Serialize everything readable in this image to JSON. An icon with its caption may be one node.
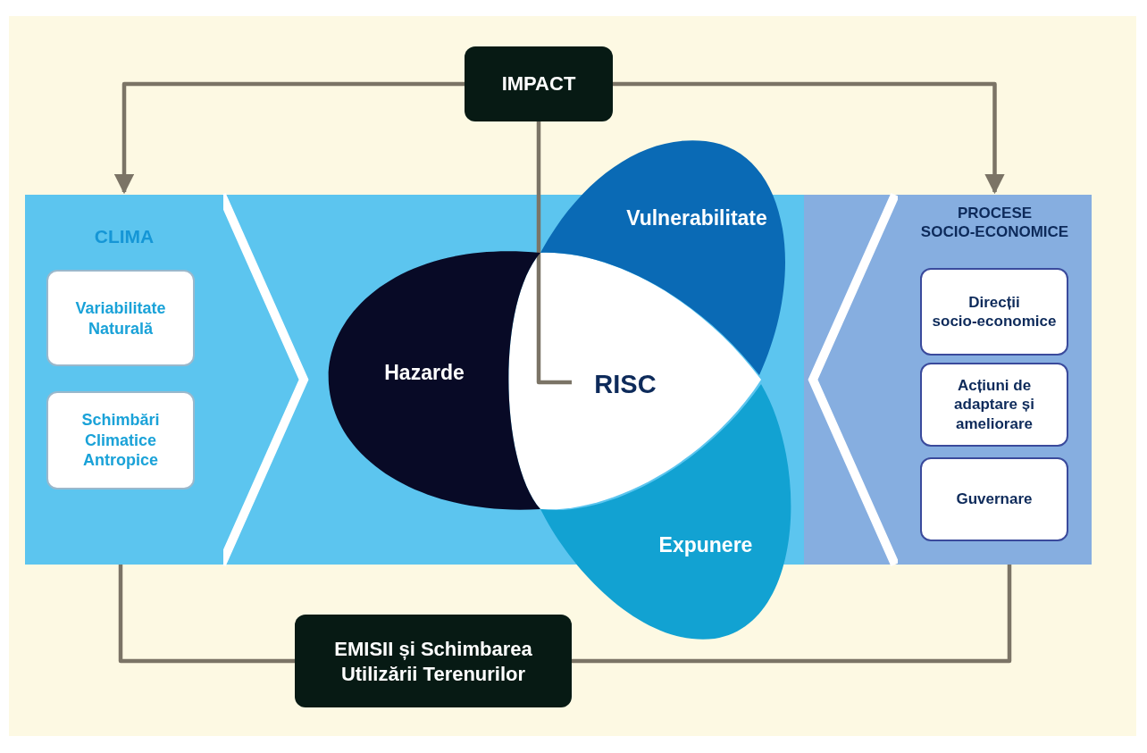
{
  "diagram": {
    "nodes": [
      {
        "text": [
          "IMPACT"
        ]
      },
      {
        "text": [
          "CLIMA"
        ]
      },
      {
        "text": [
          "Variabilitate Naturală"
        ],
        "in": 1
      },
      {
        "text": [
          "Schimbări Climatice Antropice"
        ],
        "in": 1
      },
      {
        "text": [
          "Vulnerabilitate"
        ]
      },
      {
        "text": [
          "Hazarde"
        ]
      },
      {
        "text": [
          "RISC"
        ]
      },
      {
        "text": [
          "Expunere"
        ]
      },
      {
        "text": [
          "PROCESE SOCIO-ECONOMICE"
        ]
      },
      {
        "text": [
          "Direcții socio-economice"
        ],
        "in": 8
      },
      {
        "text": [
          "Acțiuni de adaptare și ameliorare"
        ],
        "in": 8
      },
      {
        "text": [
          "Guvernare"
        ],
        "in": 8
      },
      {
        "text": [
          "EMISII și Schimbarea Utilizării Terenurilor"
        ]
      }
    ],
    "edges": [
      {
        "from": 0,
        "to": 1,
        "arrow": "to"
      },
      {
        "from": 0,
        "to": 8,
        "arrow": "to"
      },
      {
        "from": 0,
        "to": 6,
        "arrow": "none"
      },
      {
        "from": 12,
        "to": 3,
        "arrow": "to"
      },
      {
        "from": 8,
        "to": 12,
        "arrow": "none"
      }
    ]
  }
}
